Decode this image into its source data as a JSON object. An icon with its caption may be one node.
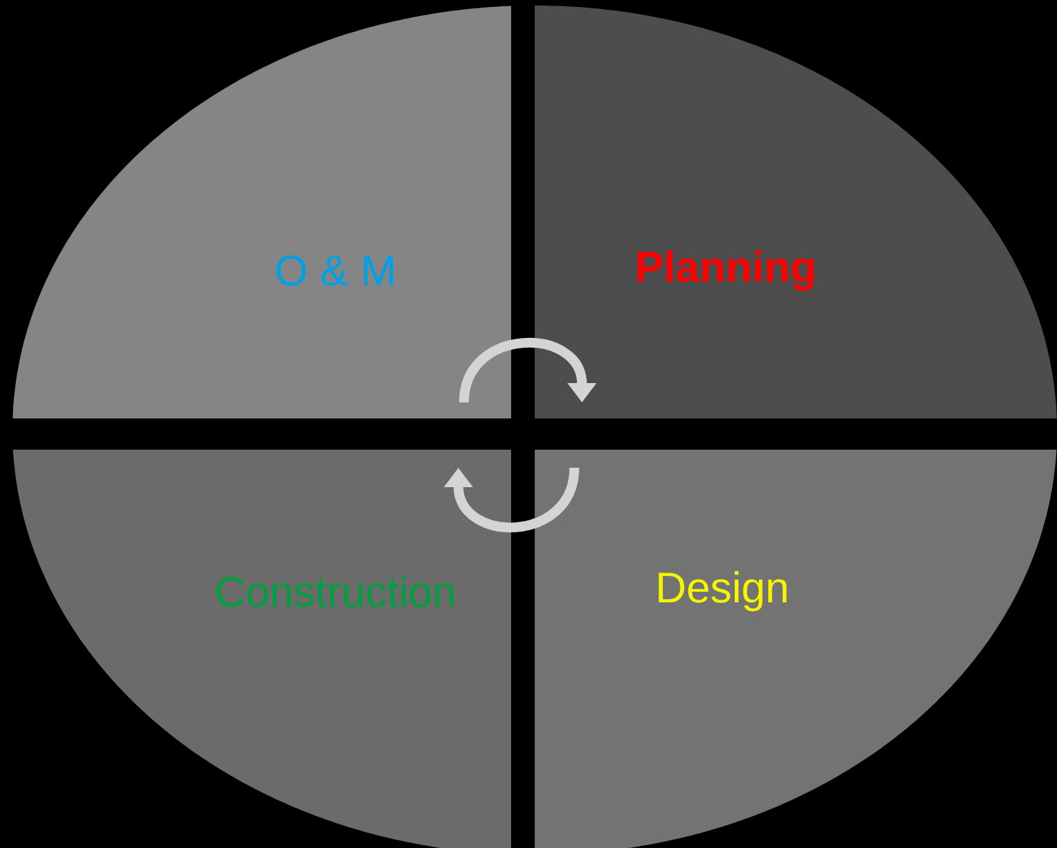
{
  "diagram": {
    "nodes": [
      {
        "text": [
          "O & M"
        ]
      },
      {
        "text": [
          "Planning"
        ]
      },
      {
        "text": [
          "Construction"
        ]
      },
      {
        "text": [
          "Design"
        ]
      }
    ],
    "edges": [
      {
        "from": 0,
        "to": 1,
        "arrow": "to"
      },
      {
        "from": 3,
        "to": 2,
        "arrow": "to"
      }
    ]
  }
}
